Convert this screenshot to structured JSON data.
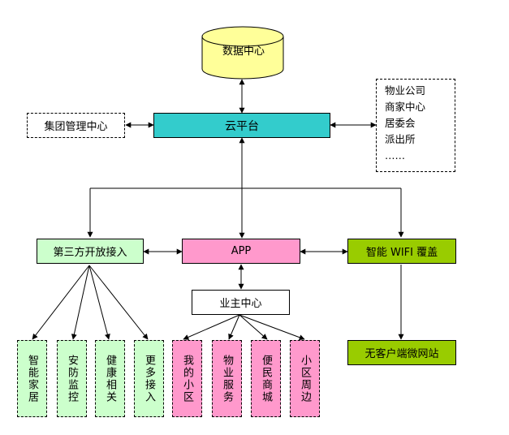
{
  "nodes": {
    "data_center": "数据中心",
    "cloud_platform": "云平台",
    "group_management": "集团管理中心",
    "app": "APP",
    "third_party": "第三方开放接入",
    "smart_wifi": "智能 WIFI 覆盖",
    "owner_center": "业主中心",
    "client_site": "无客户端微网站"
  },
  "partners_list": [
    "物业公司",
    "商家中心",
    "居委会",
    "派出所",
    "……"
  ],
  "third_party_children": [
    "智能家居",
    "安防监控",
    "健康相关",
    "更多接入"
  ],
  "owner_children": [
    "我的小区",
    "物业服务",
    "便民商城",
    "小区周边"
  ],
  "colors": {
    "cloud": "#33cccc",
    "app": "#ff99cc",
    "third_party": "#ccffcc",
    "wifi": "#99cc00",
    "database": "#ffff99"
  }
}
